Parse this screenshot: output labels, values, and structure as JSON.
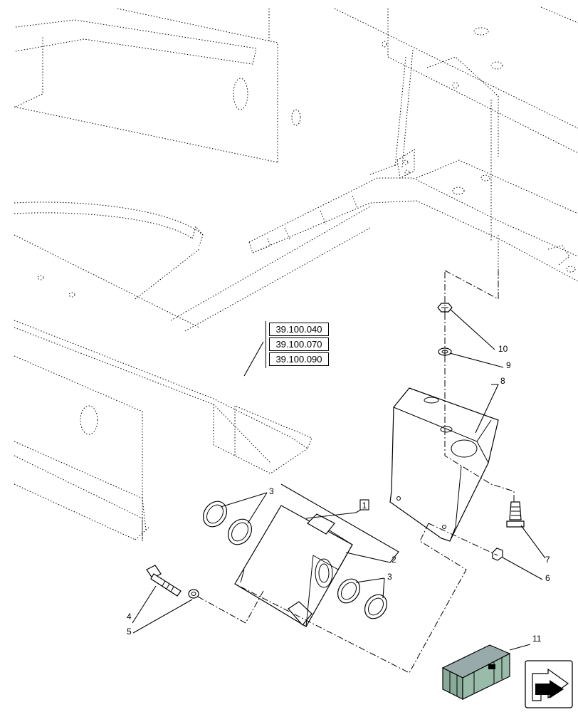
{
  "references": [
    "39.100.040",
    "39.100.070",
    "39.100.090"
  ],
  "callouts": {
    "c1": "1",
    "c2": "2",
    "c3a": "3",
    "c3b": "3",
    "c4": "4",
    "c5": "5",
    "c6": "6",
    "c7": "7",
    "c8": "8",
    "c9": "9",
    "c10": "10",
    "c11": "11"
  },
  "icons": {
    "kit": "kit-crate-icon",
    "nav": "navigation-arrow-icon"
  }
}
